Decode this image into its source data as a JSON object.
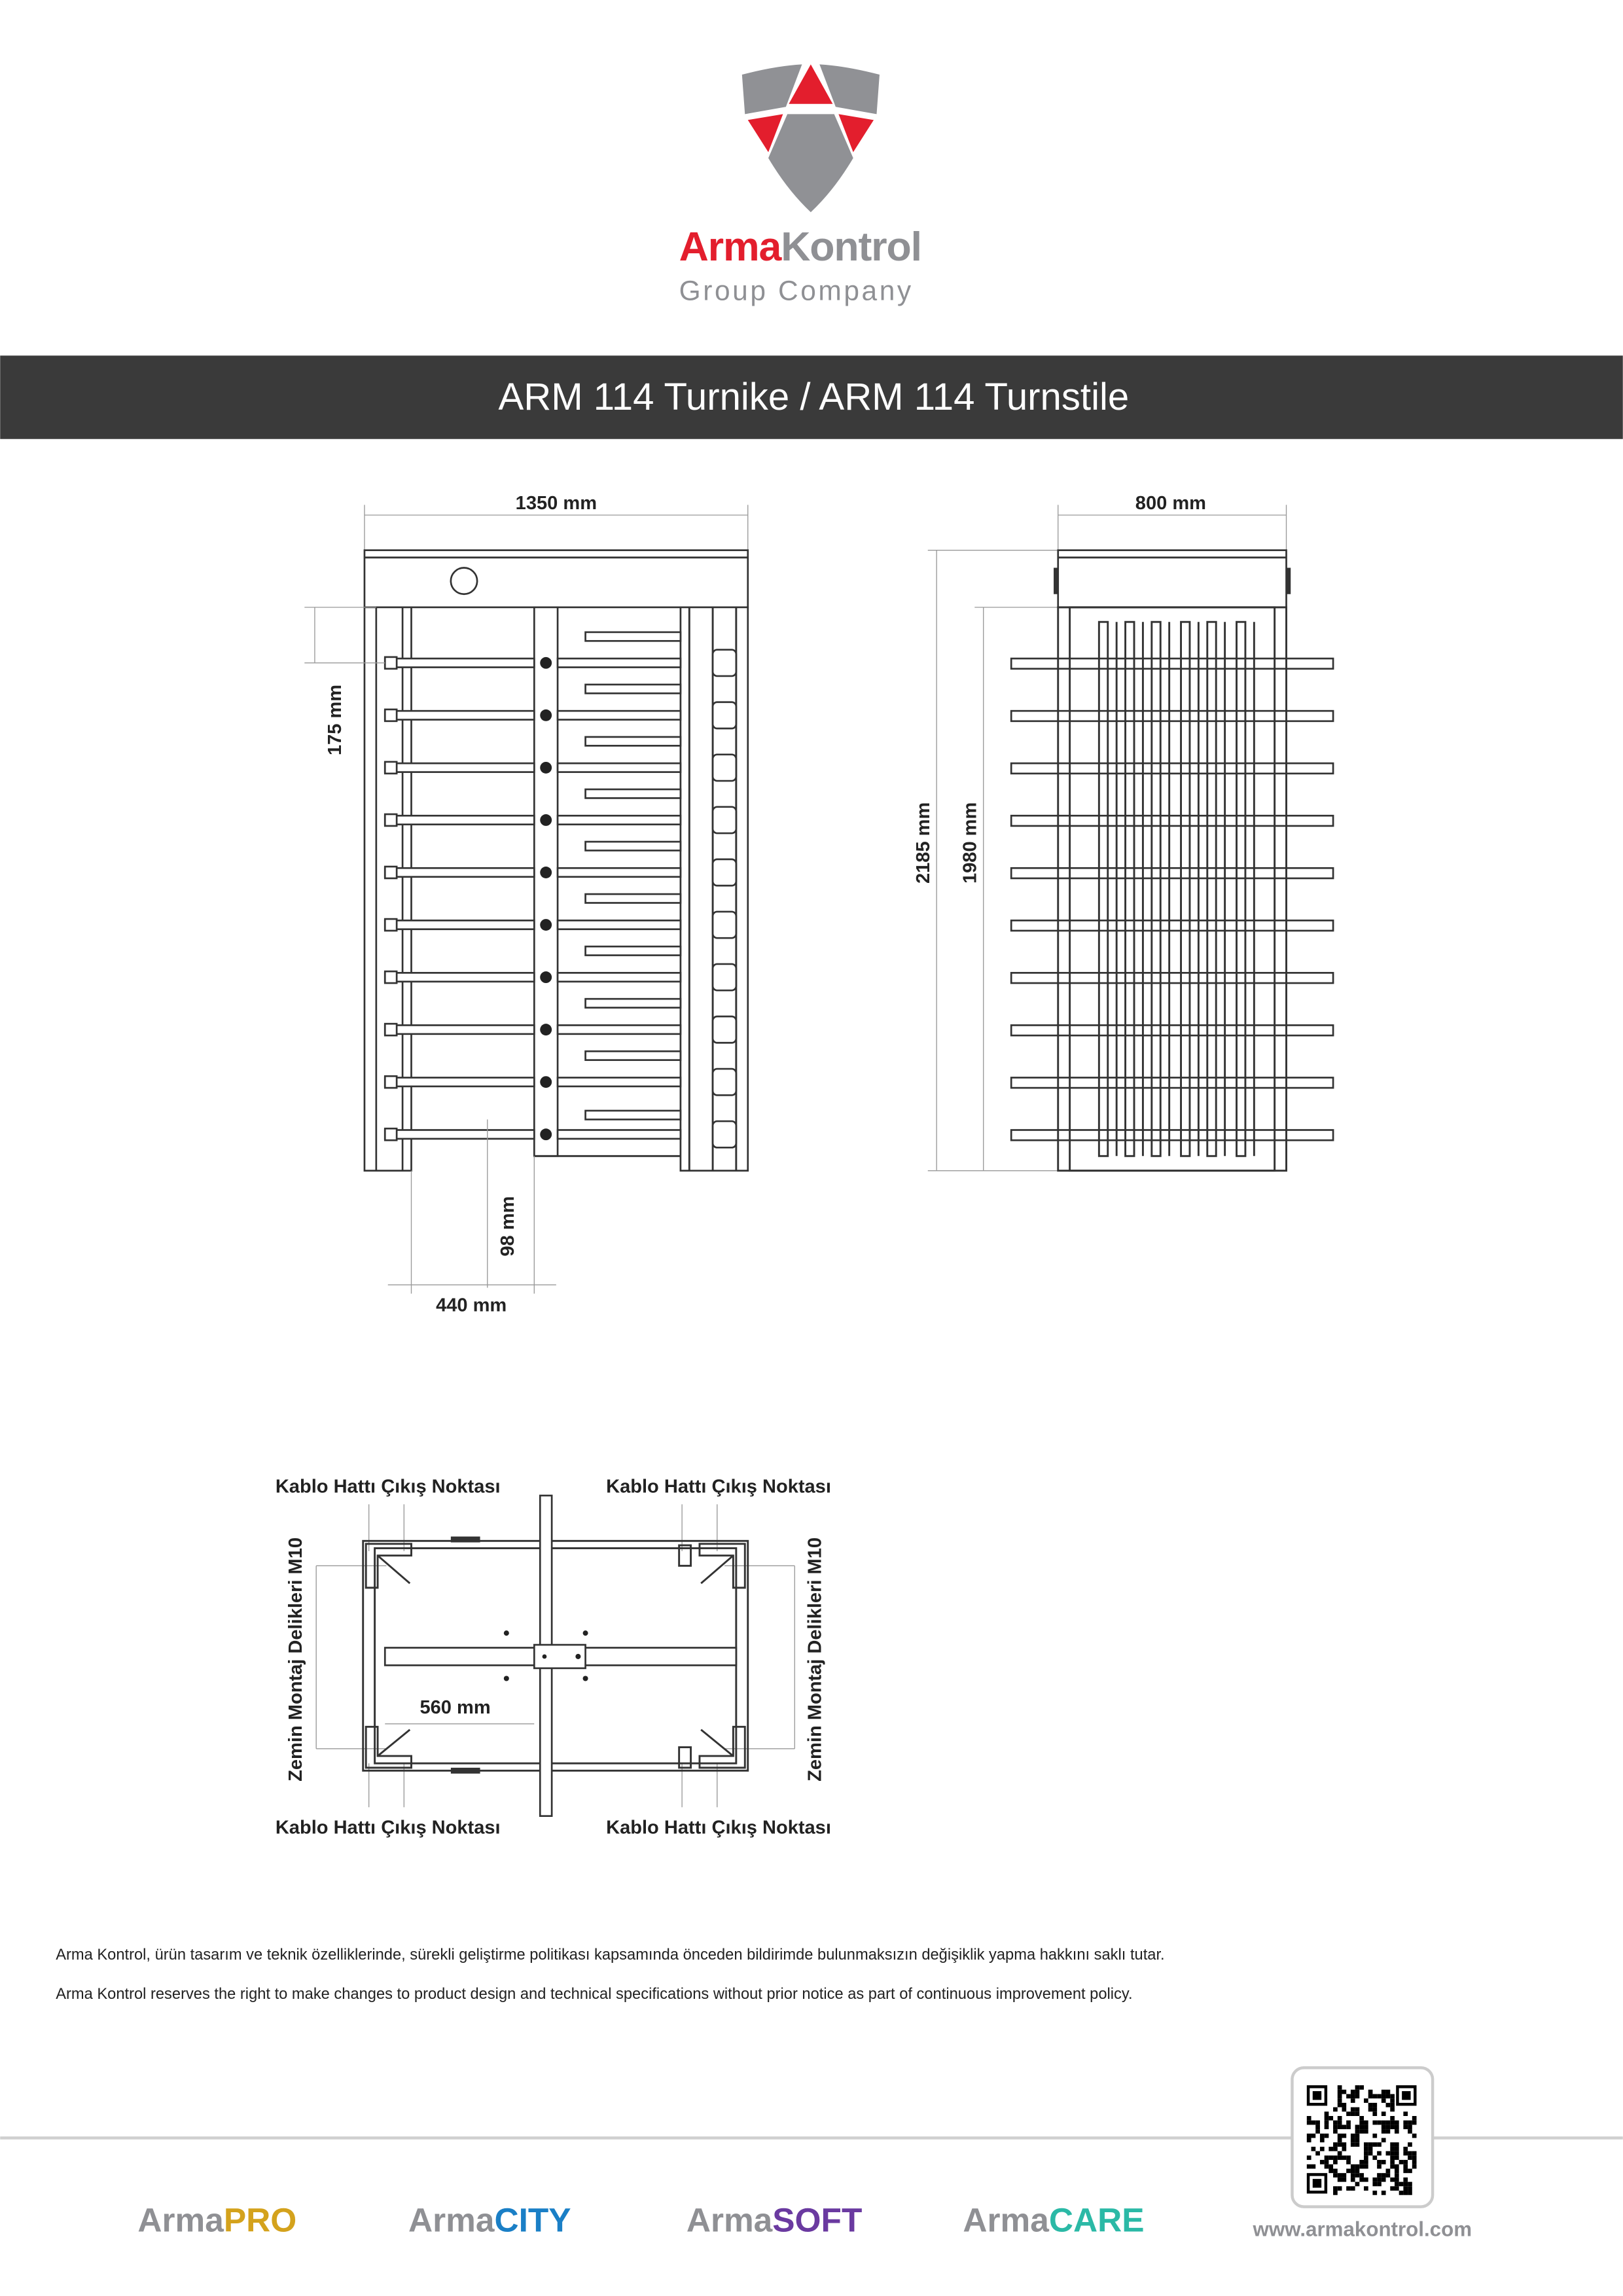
{
  "header": {
    "logo_brand_first": "Arma",
    "logo_brand_second": "Kontrol",
    "logo_tagline": "Group Company",
    "title": "ARM 114 Turnike / ARM 114 Turnstile"
  },
  "front_view": {
    "width_label": "1350 mm",
    "arm_spacing_label": "175 mm",
    "bottom_gap_label": "98 mm",
    "passage_label": "440 mm"
  },
  "side_view": {
    "width_label": "800 mm",
    "total_height_label": "2185 mm",
    "frame_height_label": "1980 mm"
  },
  "plan_view": {
    "cable_exit_top_left": "Kablo Hattı Çıkış Noktası",
    "cable_exit_top_right": "Kablo Hattı Çıkış Noktası",
    "cable_exit_bottom_left": "Kablo Hattı Çıkış Noktası",
    "cable_exit_bottom_right": "Kablo Hattı Çıkış Noktası",
    "mount_holes_left": "Zemin Montaj Delikleri M10",
    "mount_holes_right": "Zemin Montaj Delikleri M10",
    "arm_length_label": "560 mm"
  },
  "disclaimer": {
    "tr": "Arma Kontrol, ürün tasarım ve teknik özelliklerinde, sürekli geliştirme politikası kapsamında önceden bildirimde bulunmaksızın değişiklik yapma hakkını saklı tutar.",
    "en": "Arma Kontrol reserves the right to make changes to product design and technical specifications without prior notice as part of continuous improvement policy."
  },
  "footer": {
    "brands": [
      {
        "prefix": "Arma",
        "suffix": "PRO",
        "color": "#d4a21c"
      },
      {
        "prefix": "Arma",
        "suffix": "CITY",
        "color": "#1a7fc6"
      },
      {
        "prefix": "Arma",
        "suffix": "SOFT",
        "color": "#6a3aa0"
      },
      {
        "prefix": "Arma",
        "suffix": "CARE",
        "color": "#2bb9a6"
      }
    ],
    "website": "www.armakontrol.com"
  },
  "colors": {
    "brand_red": "#e31e2d",
    "brand_gray": "#8f9094",
    "title_bar": "#3a3a3a"
  }
}
